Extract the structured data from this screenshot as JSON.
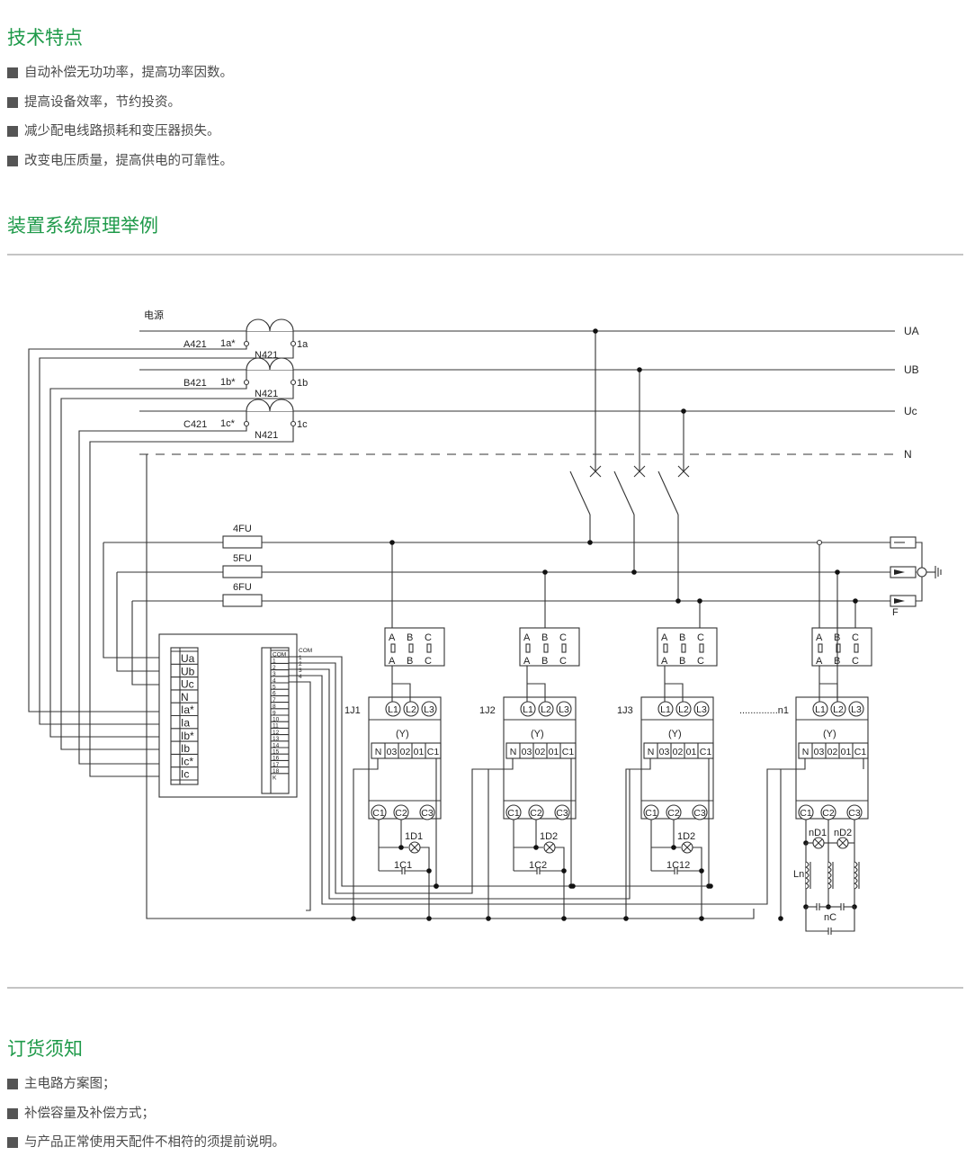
{
  "sections": {
    "features": {
      "title": "技术特点",
      "items": [
        "自动补偿无功功率，提高功率因数。",
        "提高设备效率，节约投资。",
        "减少配电线路损耗和变压器损失。",
        "改变电压质量，提高供电的可靠性。"
      ]
    },
    "schematic": {
      "title": "装置系统原理举例"
    },
    "ordering": {
      "title": "订货须知",
      "items": [
        "主电路方案图；",
        "补偿容量及补偿方式；",
        "与产品正常使用天配件不相符的须提前说明。"
      ]
    }
  },
  "diagram": {
    "power_label": "电源",
    "bus_labels": [
      "UA",
      "UB",
      "Uc",
      "N"
    ],
    "ct": [
      {
        "line": "A421",
        "star": "1a*",
        "out": "1a",
        "n": "N421"
      },
      {
        "line": "B421",
        "star": "1b*",
        "out": "1b",
        "n": "N421"
      },
      {
        "line": "C421",
        "star": "1c*",
        "out": "1c",
        "n": "N421"
      }
    ],
    "fuses": [
      "4FU",
      "5FU",
      "6FU"
    ],
    "arrester_label": "F",
    "controller_left_terminals": [
      "Ua",
      "Ub",
      "Uc",
      "N",
      "Ia*",
      "Ia",
      "Ib*",
      "Ib",
      "Ic*",
      "Ic"
    ],
    "controller_right_terminals": [
      "COM",
      "1",
      "2",
      "3",
      "4",
      "5",
      "6",
      "7",
      "8",
      "9",
      "10",
      "11",
      "12",
      "13",
      "14",
      "15",
      "16",
      "17",
      "18",
      "K"
    ],
    "out_labels": [
      "COM",
      "1",
      "2",
      "3",
      "4"
    ],
    "fuse_block": {
      "top": [
        "A",
        "B",
        "C"
      ],
      "bottom": [
        "A",
        "B",
        "C"
      ]
    },
    "contactor": {
      "l_terms": [
        "L1",
        "L2",
        "L3"
      ],
      "mode": "(Y)",
      "ctrl_terms": [
        "N",
        "03",
        "02",
        "01",
        "C1"
      ],
      "c_terms": [
        "C1",
        "C2",
        "C3"
      ]
    },
    "cells": [
      {
        "name": "1J1",
        "lamp": "1D1",
        "cap": "1C1"
      },
      {
        "name": "1J2",
        "lamp": "1D2",
        "cap": "1C2"
      },
      {
        "name": "1J3",
        "lamp": "1D2",
        "cap": "1C12"
      },
      {
        "name": "..............n1",
        "lamp1": "nD1",
        "lamp2": "nD2",
        "reactor": "Ln",
        "cap": "nC"
      }
    ]
  }
}
